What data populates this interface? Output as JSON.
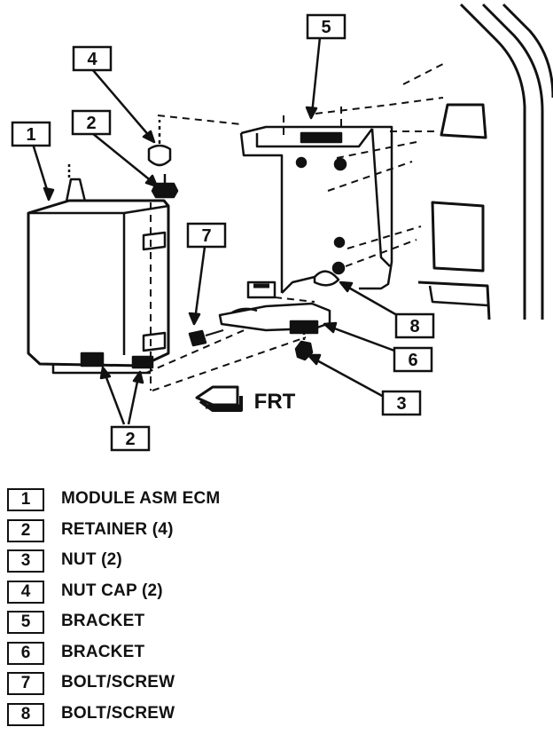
{
  "diagram": {
    "callouts": [
      {
        "id": "c1",
        "label": "1"
      },
      {
        "id": "c2a",
        "label": "2"
      },
      {
        "id": "c4",
        "label": "4"
      },
      {
        "id": "c5",
        "label": "5"
      },
      {
        "id": "c7",
        "label": "7"
      },
      {
        "id": "c8",
        "label": "8"
      },
      {
        "id": "c6",
        "label": "6"
      },
      {
        "id": "c3",
        "label": "3"
      },
      {
        "id": "c2b",
        "label": "2"
      }
    ],
    "front_label": "FRT"
  },
  "legend": [
    {
      "number": "1",
      "label": "MODULE ASM ECM"
    },
    {
      "number": "2",
      "label": "RETAINER (4)"
    },
    {
      "number": "3",
      "label": "NUT (2)"
    },
    {
      "number": "4",
      "label": "NUT CAP (2)"
    },
    {
      "number": "5",
      "label": "BRACKET"
    },
    {
      "number": "6",
      "label": "BRACKET"
    },
    {
      "number": "7",
      "label": "BOLT/SCREW"
    },
    {
      "number": "8",
      "label": "BOLT/SCREW"
    }
  ]
}
